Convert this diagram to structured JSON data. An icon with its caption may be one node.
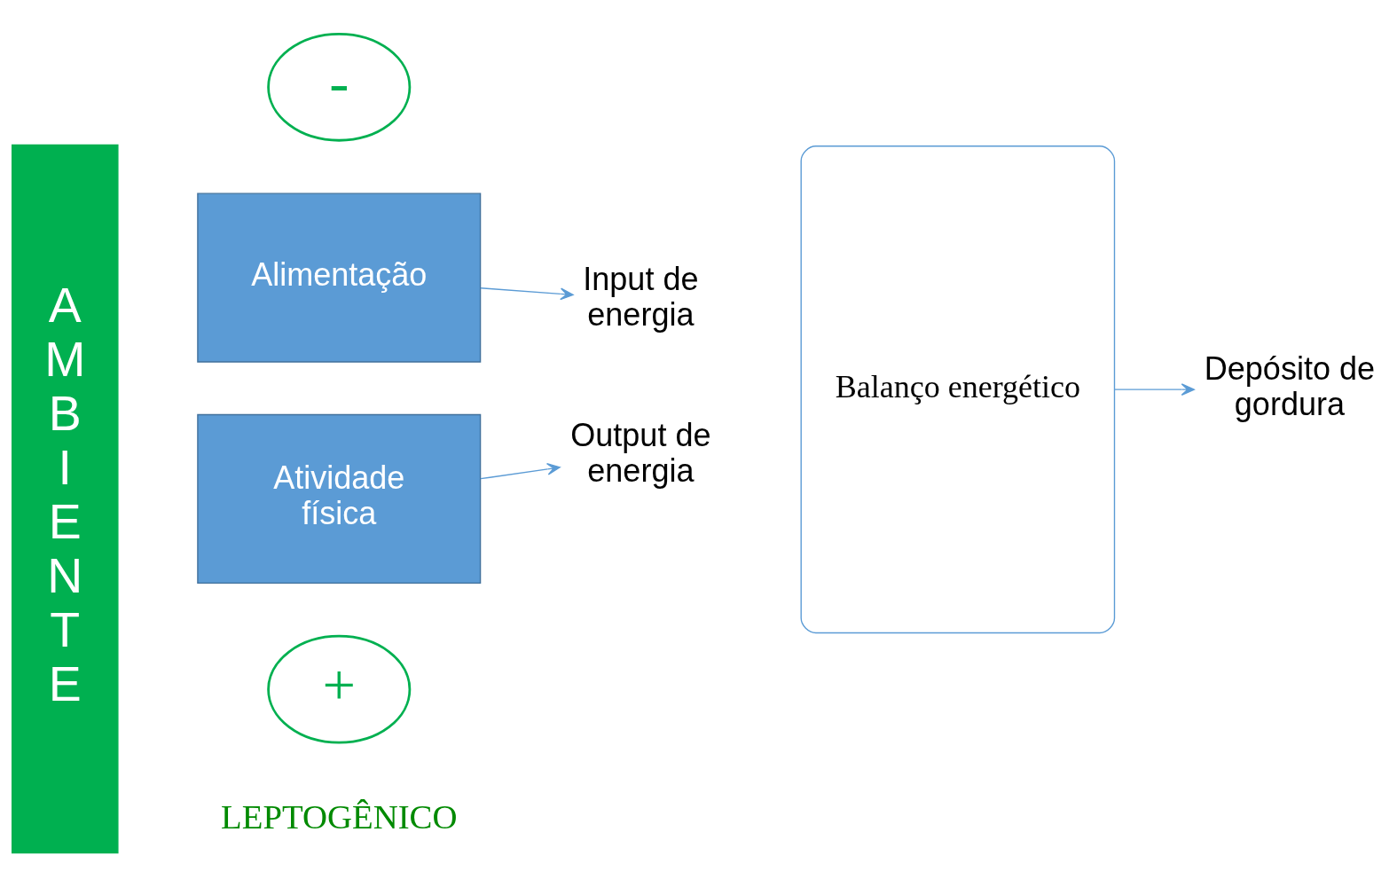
{
  "diagram": {
    "nodes": [
      {
        "text": [
          "AMBIENTE"
        ]
      },
      {
        "text": [
          "-"
        ]
      },
      {
        "text": [
          "Alimentação"
        ]
      },
      {
        "text": [
          "Atividade física"
        ]
      },
      {
        "text": [
          "+"
        ]
      },
      {
        "text": [
          "Input de energia"
        ]
      },
      {
        "text": [
          "Output de energia"
        ]
      },
      {
        "text": [
          "Balanço energético"
        ]
      },
      {
        "text": [
          "Depósito de gordura"
        ]
      }
    ],
    "edges": [
      {
        "from": 2,
        "to": 5,
        "arrow": "to"
      },
      {
        "from": 3,
        "to": 6,
        "arrow": "to"
      },
      {
        "from": 7,
        "to": 8,
        "arrow": "to"
      }
    ],
    "labels": [
      "LEPTOGÊNICO"
    ]
  }
}
